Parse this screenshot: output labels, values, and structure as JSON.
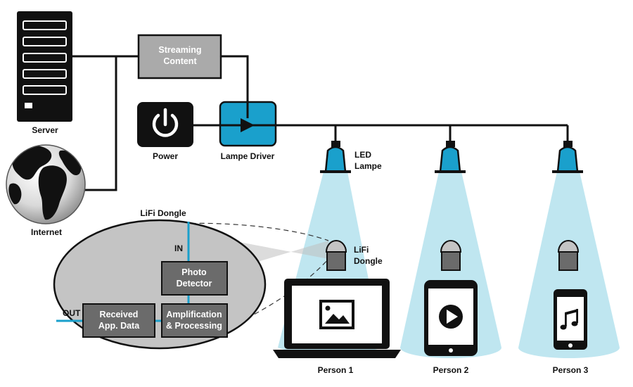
{
  "labels": {
    "server": "Server",
    "internet": "Internet",
    "streaming_line1": "Streaming",
    "streaming_line2": "Content",
    "power": "Power",
    "lampe_driver": "Lampe Driver",
    "led_line1": "LED",
    "led_line2": "Lampe",
    "lifi_line1": "LiFi",
    "lifi_line2": "Dongle",
    "lifi_dongle_title": "LiFi Dongle",
    "in": "IN",
    "out": "OUT",
    "photo_line1": "Photo",
    "photo_line2": "Detector",
    "amp_line1": "Amplification",
    "amp_line2": "& Processing",
    "recv_line1": "Received",
    "recv_line2": "App. Data",
    "person1": "Person 1",
    "person2": "Person 2",
    "person3": "Person 3"
  },
  "colors": {
    "accent": "#1aa0cc",
    "beam": "#bfe6f0",
    "box_gray": "#6b6b6b",
    "streaming_box": "#aaaaaa",
    "dark": "#111111"
  },
  "icons": {
    "server": "server-icon",
    "globe": "globe-icon",
    "power": "power-icon",
    "lamp": "led-lamp-icon",
    "dongle": "lifi-dongle-icon",
    "laptop": "laptop-icon",
    "tablet": "tablet-icon",
    "phone": "smartphone-icon"
  }
}
